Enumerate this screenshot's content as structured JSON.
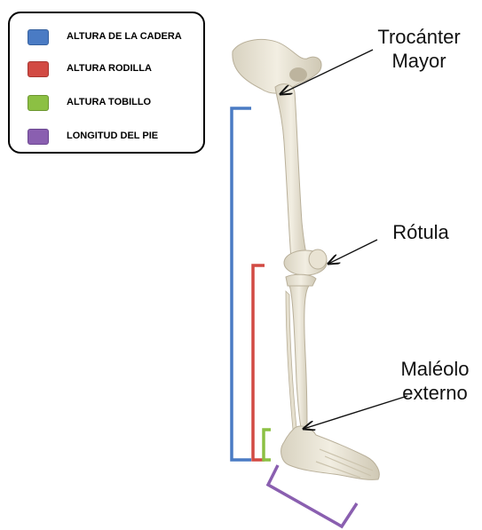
{
  "legend": {
    "items": [
      {
        "label": "ALTURA DE LA CADERA",
        "color": "#4a7bc4"
      },
      {
        "label": "ALTURA RODILLA",
        "color": "#d24a43"
      },
      {
        "label": "ALTURA TOBILLO",
        "color": "#8cc043"
      },
      {
        "label": "LONGITUD DEL PIE",
        "color": "#8a5fb0"
      }
    ]
  },
  "callouts": {
    "trochanter": {
      "line1": "Trocánter",
      "line2": "Mayor"
    },
    "patella": {
      "line1": "Rótula"
    },
    "malleolus": {
      "line1": "Maléolo",
      "line2": "externo"
    }
  }
}
